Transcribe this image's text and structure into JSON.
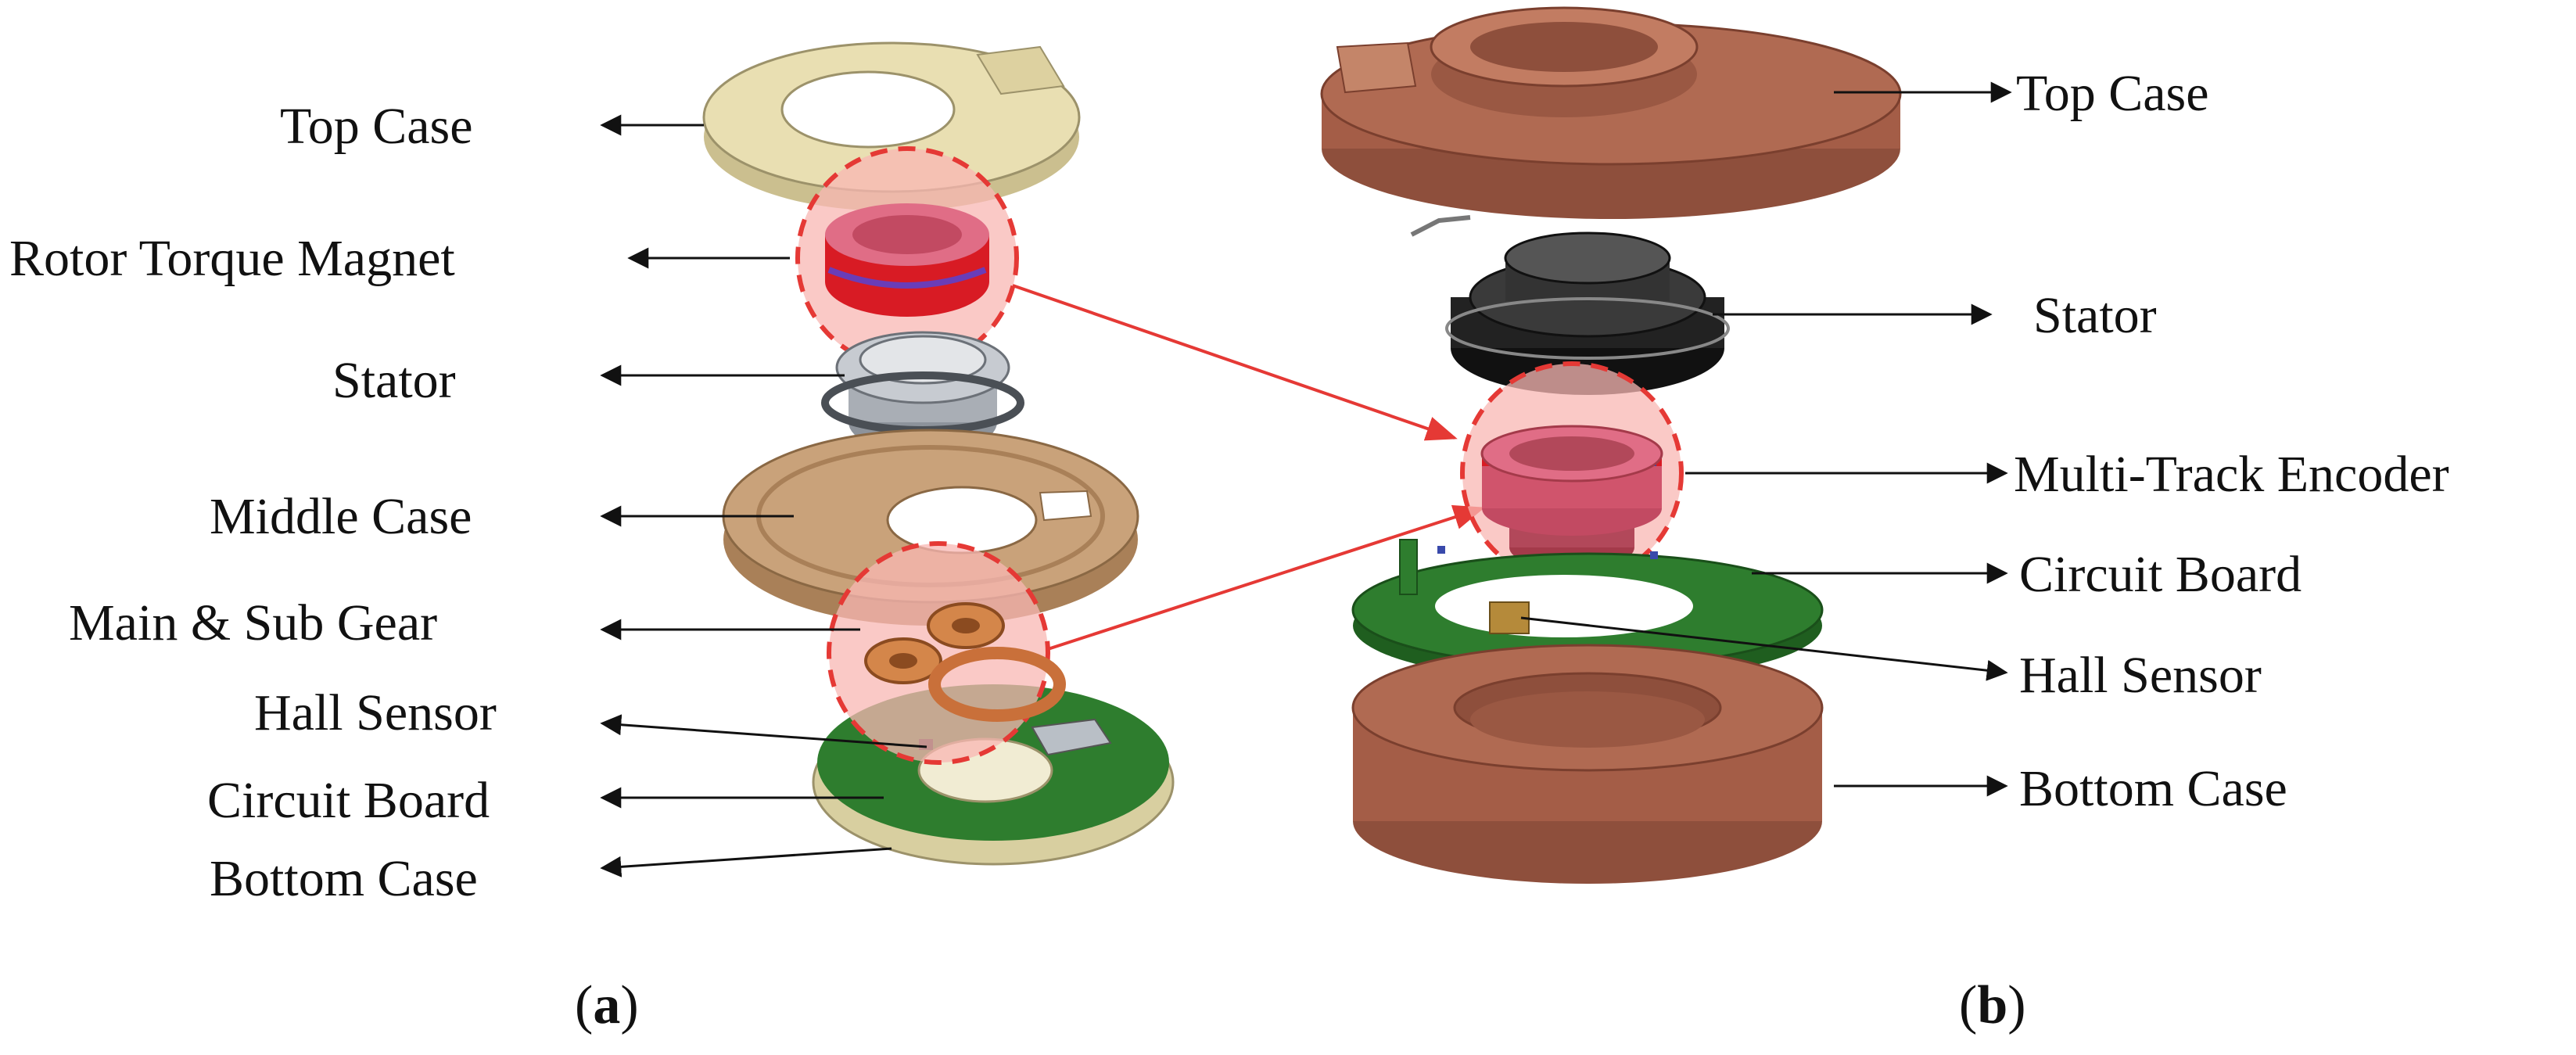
{
  "panel_a": {
    "labels": {
      "top_case": "Top Case",
      "rotor_torque_magnet": "Rotor Torque Magnet",
      "stator": "Stator",
      "middle_case": "Middle Case",
      "main_sub_gear": "Main & Sub Gear",
      "hall_sensor": "Hall Sensor",
      "circuit_board": "Circuit Board",
      "bottom_case": "Bottom Case"
    },
    "caption_letter": "a"
  },
  "panel_b": {
    "labels": {
      "top_case": "Top Case",
      "stator": "Stator",
      "multi_track_encoder": "Multi-Track Encoder",
      "circuit_board": "Circuit Board",
      "hall_sensor": "Hall Sensor",
      "bottom_case": "Bottom Case"
    },
    "caption_letter": "b"
  },
  "colors": {
    "beige_case": "#e9dfb2",
    "tan_case": "#c9a27a",
    "copper_case": "#b06a52",
    "pcb_green": "#2e7d2e",
    "highlight_red": "#e53935",
    "magnet_red": "#d81b24",
    "encoder_blue": "#3949ab",
    "stator_gray": "#9aa0a8",
    "stator_black": "#222222",
    "gear_copper": "#d4864a"
  }
}
